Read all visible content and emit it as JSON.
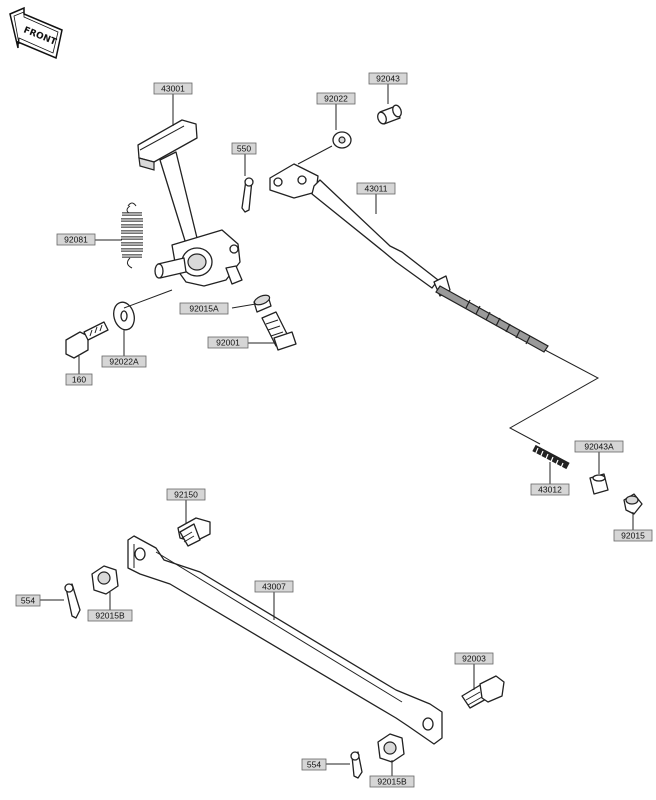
{
  "orientation": {
    "label": "FRONT",
    "icon": "front-arrow-icon"
  },
  "callouts": {
    "pedal": "43001",
    "spring": "92081",
    "bolt_pedal": "160",
    "washer_pedal": "92022A",
    "bushing": "92015A",
    "pivot_bolt": "92001",
    "cotter_pin_top": "550",
    "washer_top": "92022",
    "pin_top": "92043",
    "rod_upper": "43011",
    "spring_small": "43012",
    "pin_lower": "92043A",
    "clip": "92015",
    "bolt_link_left": "92150",
    "cotter_pin_left": "554",
    "nut_left": "92015B",
    "rod_link": "43007",
    "bolt_link_right": "92003",
    "cotter_pin_bottom": "554",
    "nut_bottom": "92015B"
  }
}
